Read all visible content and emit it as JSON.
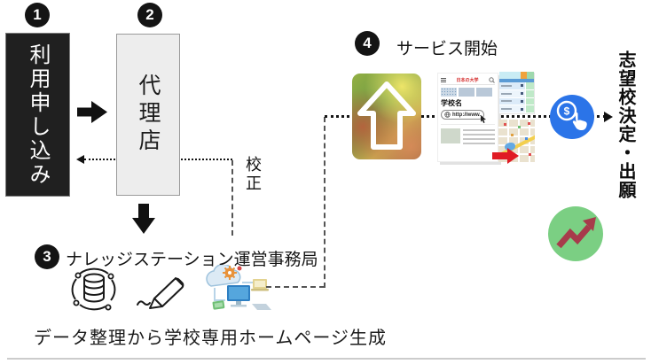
{
  "steps": [
    {
      "num": "1",
      "label": "利用申し込み"
    },
    {
      "num": "2",
      "label": "代理店"
    },
    {
      "num": "3",
      "label": "ナレッジステーション運営事務局"
    },
    {
      "num": "4",
      "label": "サービス開始"
    }
  ],
  "connectors": {
    "proofread_label": "校正"
  },
  "outcome": {
    "label": "志望校決定・出願"
  },
  "caption": {
    "text": "データ整理から学校専用ホームページ生成"
  },
  "webpage_mock": {
    "site_title": "日本の大学",
    "school_name": "学校名",
    "url_text": "http://www."
  },
  "icons": {
    "left_icons": [
      "database-icon",
      "pen-icon",
      "cloud-workstation-icon"
    ],
    "service_icons": [
      "upload-photo",
      "webpage-mockup",
      "schedule-table",
      "map-thumbnail",
      "pay-click-icon",
      "trend-up-icon"
    ]
  },
  "colors": {
    "dark_box": "#202020",
    "light_box": "#ededed",
    "click_circle_blue": "#2b74e8",
    "growth_circle_green": "#7bcf83",
    "growth_arrow_red": "#a73b4b",
    "map_arrow_red": "#e01b24",
    "site_title_red": "#d42b2b",
    "divider_gray": "#cccccc"
  }
}
